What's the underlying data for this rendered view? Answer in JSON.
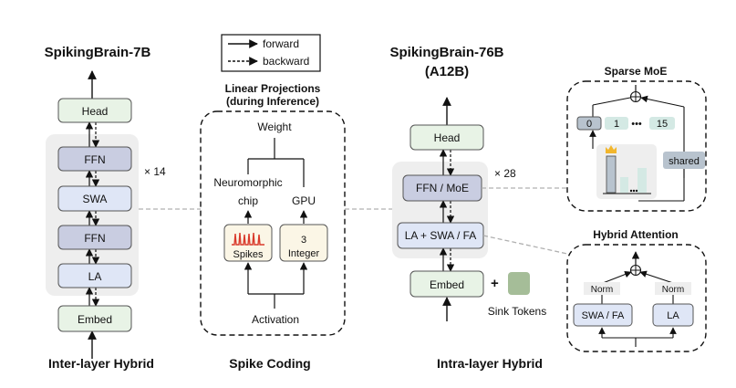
{
  "legend": {
    "forward": "forward",
    "backward": "backward"
  },
  "left": {
    "title": "SpikingBrain-7B",
    "head": "Head",
    "ffn_top": "FFN",
    "swa": "SWA",
    "ffn_bottom": "FFN",
    "la": "LA",
    "embed": "Embed",
    "repeat": "× 14",
    "caption": "Inter-layer Hybrid"
  },
  "middle": {
    "title_line1": "Linear Projections",
    "title_line2": "(during Inference)",
    "weight": "Weight",
    "neuromorphic_line1": "Neuromorphic",
    "neuromorphic_line2": "chip",
    "gpu": "GPU",
    "spikes": "Spikes",
    "integer_value": "3",
    "integer": "Integer",
    "activation": "Activation",
    "caption": "Spike Coding"
  },
  "right": {
    "title_line1": "SpikingBrain-76B",
    "title_line2": "(A12B)",
    "head": "Head",
    "ffn_moe": "FFN / MoE",
    "attention": "LA + SWA / FA",
    "embed": "Embed",
    "repeat": "× 28",
    "plus": "+",
    "sink_tokens": "Sink Tokens",
    "caption": "Intra-layer Hybrid"
  },
  "moe": {
    "title": "Sparse MoE",
    "experts": [
      "0",
      "1",
      "15"
    ],
    "ellipsis": "•••",
    "shared": "shared"
  },
  "hybrid_attention": {
    "title": "Hybrid Attention",
    "norm_left": "Norm",
    "norm_right": "Norm",
    "swa_fa": "SWA / FA",
    "la": "LA"
  },
  "colors": {
    "green_box": "#e8f3e6",
    "purple_box": "#c9cde1",
    "blue_box": "#dfe6f6",
    "container": "#eeeeee",
    "sink_token": "#a5bd98",
    "expert_teal": "#d4e9e4",
    "expert_slate": "#b8c3ce",
    "spike_red": "#d93a2b",
    "crown": "#f2b62c"
  }
}
